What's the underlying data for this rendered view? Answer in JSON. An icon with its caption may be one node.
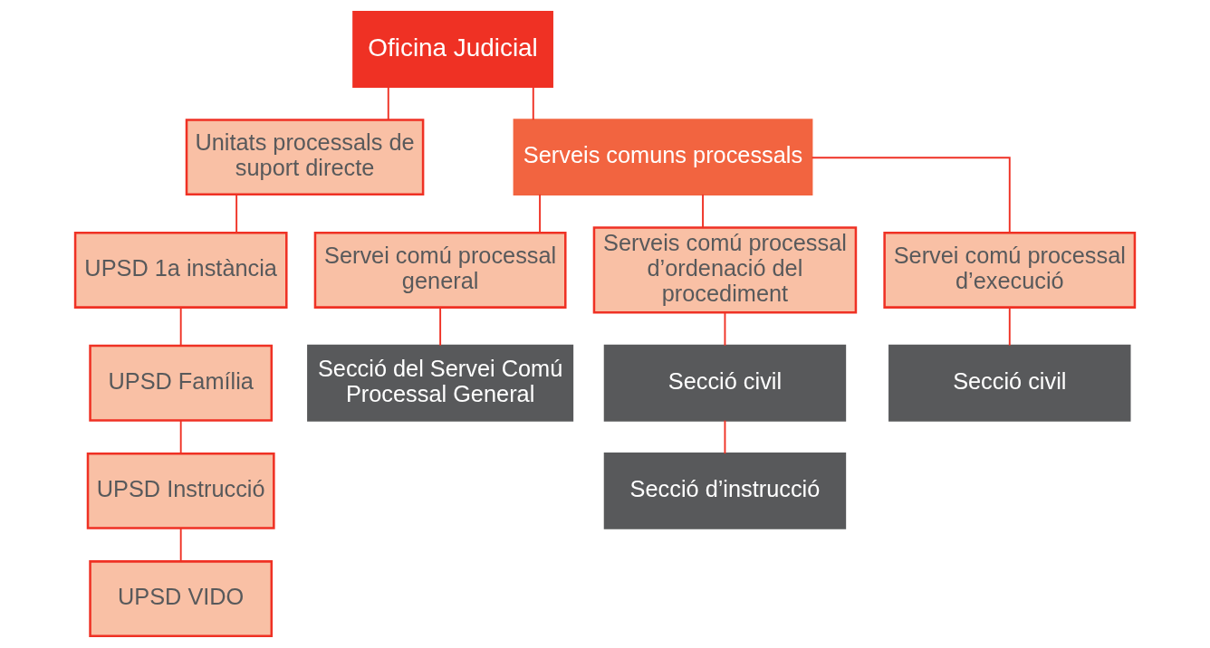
{
  "diagram": {
    "nodes": [
      {
        "text": [
          "Oficina Judicial"
        ]
      },
      {
        "text": [
          "Unitats processals de suport directe"
        ]
      },
      {
        "text": [
          "UPSD 1a instància"
        ]
      },
      {
        "text": [
          "UPSD Família"
        ]
      },
      {
        "text": [
          "UPSD Instrucció"
        ]
      },
      {
        "text": [
          "UPSD VIDO"
        ]
      },
      {
        "text": [
          "Serveis comuns processals"
        ]
      },
      {
        "text": [
          "Servei comú processal general"
        ]
      },
      {
        "text": [
          "Serveis comú processal d’ordenació del procediment"
        ]
      },
      {
        "text": [
          "Servei comú processal d’execució"
        ]
      },
      {
        "text": [
          "Secció del Servei Comú Processal General"
        ]
      },
      {
        "text": [
          "Secció civil"
        ]
      },
      {
        "text": [
          "Secció d’instrucció"
        ]
      },
      {
        "text": [
          "Secció civil"
        ]
      }
    ],
    "edges": [
      {
        "from": 0,
        "to": 1,
        "arrow": "none"
      },
      {
        "from": 0,
        "to": 6,
        "arrow": "none"
      },
      {
        "from": 1,
        "to": 2,
        "arrow": "none"
      },
      {
        "from": 2,
        "to": 3,
        "arrow": "none"
      },
      {
        "from": 3,
        "to": 4,
        "arrow": "none"
      },
      {
        "from": 4,
        "to": 5,
        "arrow": "none"
      },
      {
        "from": 6,
        "to": 7,
        "arrow": "none"
      },
      {
        "from": 6,
        "to": 8,
        "arrow": "none"
      },
      {
        "from": 6,
        "to": 9,
        "arrow": "none"
      },
      {
        "from": 7,
        "to": 10,
        "arrow": "none"
      },
      {
        "from": 8,
        "to": 11,
        "arrow": "none"
      },
      {
        "from": 11,
        "to": 12,
        "arrow": "none"
      },
      {
        "from": 9,
        "to": 13,
        "arrow": "none"
      }
    ]
  }
}
